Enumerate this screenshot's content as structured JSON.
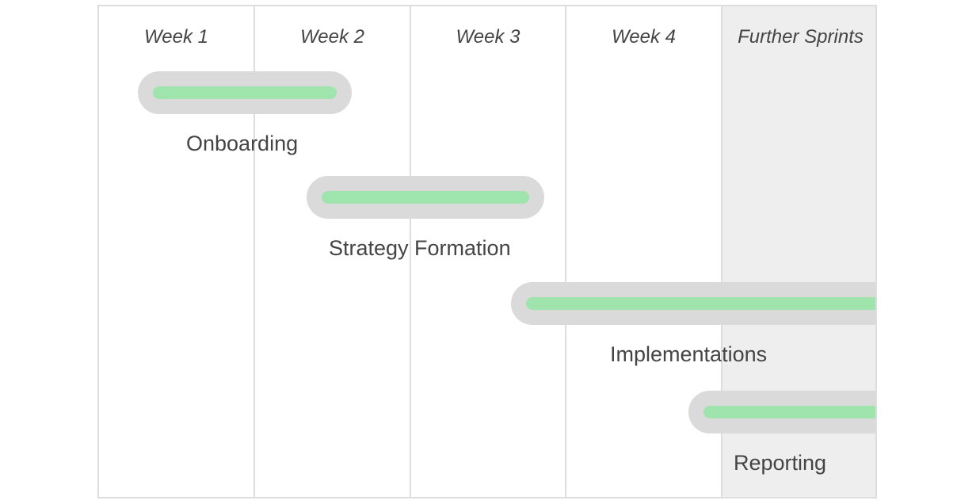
{
  "chart_data": {
    "type": "gantt",
    "columns": [
      "Week 1",
      "Week 2",
      "Week 3",
      "Week 4",
      "Further Sprints"
    ],
    "shaded_column": "Further Sprints",
    "tasks": [
      {
        "name": "Onboarding",
        "start_week": 1.25,
        "end_week": 2.6
      },
      {
        "name": "Strategy Formation",
        "start_week": 2.35,
        "end_week": 3.85
      },
      {
        "name": "Implementations",
        "start_week": 3.65,
        "end_week": 5.0,
        "continues": true
      },
      {
        "name": "Reporting",
        "start_week": 4.8,
        "end_week": 5.0,
        "continues": true
      }
    ],
    "colors": {
      "track": "#dadada",
      "fill": "#9fe4ad",
      "grid": "#dddddd",
      "shaded_bg": "#eeeeee",
      "text": "#444444"
    }
  },
  "columns": [
    {
      "label": "Week 1"
    },
    {
      "label": "Week 2"
    },
    {
      "label": "Week 3"
    },
    {
      "label": "Week 4"
    },
    {
      "label": "Further Sprints"
    }
  ],
  "tasks": [
    {
      "label": "Onboarding"
    },
    {
      "label": "Strategy Formation"
    },
    {
      "label": "Implementations"
    },
    {
      "label": "Reporting"
    }
  ]
}
